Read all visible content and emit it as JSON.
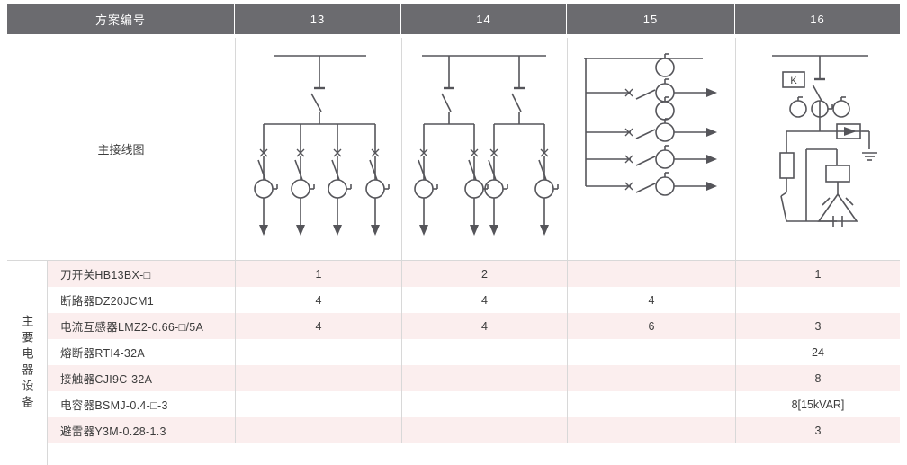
{
  "header": {
    "label": "方案编号",
    "columns": [
      "13",
      "14",
      "15",
      "16"
    ]
  },
  "diagram_row": {
    "label": "主接线图",
    "schematics": [
      {
        "scheme": "13",
        "description": "母线引下刀开关，四路出线，每路熔断器、开关、电流互感器"
      },
      {
        "scheme": "14",
        "description": "母线两路引下刀开关，各分两路出线，共四路"
      },
      {
        "scheme": "15",
        "description": "竖直母线四路水平出线，断路器与电流互感器"
      },
      {
        "scheme": "16",
        "description": "电容补偿柜，K标志、三只电流互感器、避雷器接地、熔断器、接触器、三角形电容组"
      }
    ],
    "labels": {
      "k_box": "K"
    }
  },
  "side_label": "主要电器设备",
  "equipment_rows": [
    {
      "name": "刀开关HB13BX-□",
      "values": [
        "1",
        "2",
        "",
        "1"
      ]
    },
    {
      "name": "断路器DZ20JCM1",
      "values": [
        "4",
        "4",
        "4",
        ""
      ]
    },
    {
      "name": "电流互感器LMZ2-0.66-□/5A",
      "values": [
        "4",
        "4",
        "6",
        "3"
      ]
    },
    {
      "name": "熔断器RTI4-32A",
      "values": [
        "",
        "",
        "",
        "24"
      ]
    },
    {
      "name": "接触器CJI9C-32A",
      "values": [
        "",
        "",
        "",
        "8"
      ]
    },
    {
      "name": "电容器BSMJ-0.4-□-3",
      "values": [
        "",
        "",
        "",
        "8[15kVAR]"
      ]
    },
    {
      "name": "避雷器Y3M-0.28-1.3",
      "values": [
        "",
        "",
        "",
        "3"
      ]
    }
  ],
  "colors": {
    "header_bg": "#6b6b6f",
    "header_text": "#ffffff",
    "row_alt_bg": "#fbeeee",
    "row_bg": "#ffffff",
    "border": "#d8d8d8",
    "line": "#55555a",
    "text": "#3c3c3c"
  }
}
